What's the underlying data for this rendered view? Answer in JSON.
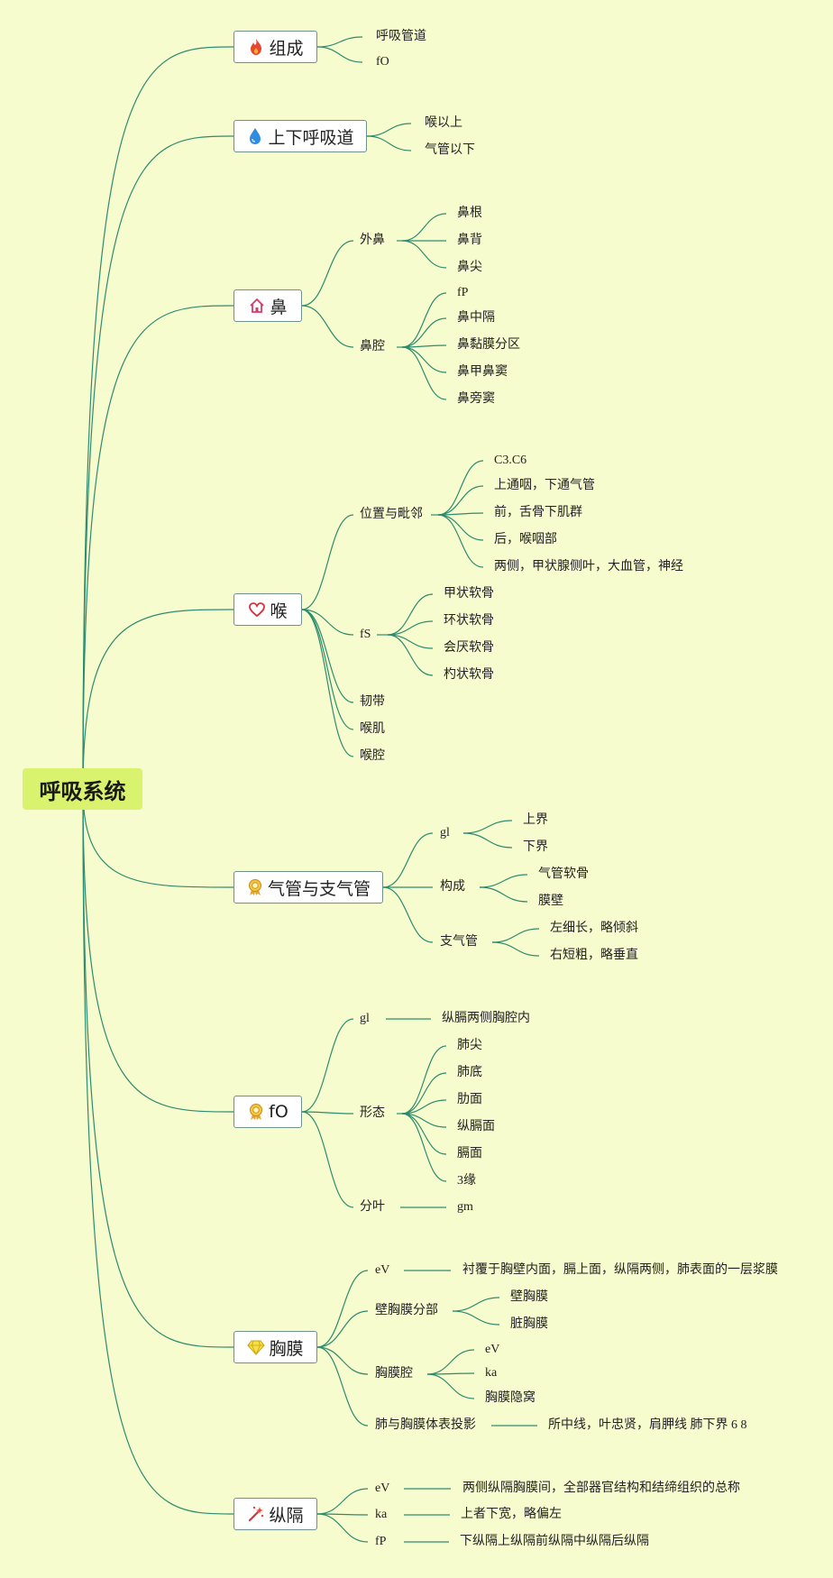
{
  "root": {
    "label": "呼吸系统"
  },
  "branches": [
    {
      "label": "组成",
      "icon": "fire-icon",
      "children": [
        "呼吸管道",
        "fO"
      ]
    },
    {
      "label": "上下呼吸道",
      "icon": "water-drop-icon",
      "children": [
        "喉以上",
        "气管以下"
      ]
    },
    {
      "label": "鼻",
      "icon": "house-icon",
      "groups": [
        {
          "label": "外鼻",
          "children": [
            "鼻根",
            "鼻背",
            "鼻尖"
          ]
        },
        {
          "label": "鼻腔",
          "children": [
            "fP",
            "鼻中隔",
            "鼻黏膜分区",
            "鼻甲鼻窦",
            "鼻旁窦"
          ]
        }
      ]
    },
    {
      "label": "喉",
      "icon": "heart-icon",
      "groups": [
        {
          "label": "位置与毗邻",
          "children": [
            "C3.C6",
            "上通咽，下通气管",
            "前，舌骨下肌群",
            "后，喉咽部",
            "两侧，甲状腺侧叶，大血管，神经"
          ]
        },
        {
          "label": "fS",
          "children": [
            "甲状软骨",
            "环状软骨",
            "会厌软骨",
            "杓状软骨"
          ]
        },
        {
          "label": "韧带",
          "children": []
        },
        {
          "label": "喉肌",
          "children": []
        },
        {
          "label": "喉腔",
          "children": []
        }
      ]
    },
    {
      "label": "气管与支气管",
      "icon": "medal-icon",
      "groups": [
        {
          "label": "gl",
          "children": [
            "上界",
            "下界"
          ]
        },
        {
          "label": "构成",
          "children": [
            "气管软骨",
            "膜壁"
          ]
        },
        {
          "label": "支气管",
          "children": [
            "左细长，略倾斜",
            "右短粗，略垂直"
          ]
        }
      ]
    },
    {
      "label": "fO",
      "icon": "medal-icon",
      "groups": [
        {
          "label": "gl",
          "children": [
            "纵膈两侧胸腔内"
          ]
        },
        {
          "label": "形态",
          "children": [
            "肺尖",
            "肺底",
            "肋面",
            "纵膈面",
            "膈面",
            "3缘"
          ]
        },
        {
          "label": "分叶",
          "children": [
            "gm"
          ]
        }
      ]
    },
    {
      "label": "胸膜",
      "icon": "diamond-icon",
      "groups": [
        {
          "label": "eV",
          "children": [
            "衬覆于胸壁内面，膈上面，纵隔两侧，肺表面的一层浆膜"
          ]
        },
        {
          "label": "壁胸膜分部",
          "children": [
            "壁胸膜",
            "脏胸膜"
          ]
        },
        {
          "label": "胸膜腔",
          "children": [
            "eV",
            "ka",
            "胸膜隐窝"
          ]
        },
        {
          "label": "肺与胸膜体表投影",
          "children": [
            "所中线，叶忠贤，肩胛线 肺下界 6 8"
          ]
        }
      ]
    },
    {
      "label": "纵隔",
      "icon": "magic-wand-icon",
      "groups": [
        {
          "label": "eV",
          "children": [
            "两侧纵隔胸膜间，全部器官结构和结缔组织的总称"
          ]
        },
        {
          "label": "ka",
          "children": [
            "上者下宽，略偏左"
          ]
        },
        {
          "label": "fP",
          "children": [
            "下纵隔上纵隔前纵隔中纵隔后纵隔"
          ]
        }
      ]
    }
  ],
  "colors": {
    "line": "#2e8b6e",
    "background": "#f7fccf",
    "root": "#d9f36e"
  }
}
